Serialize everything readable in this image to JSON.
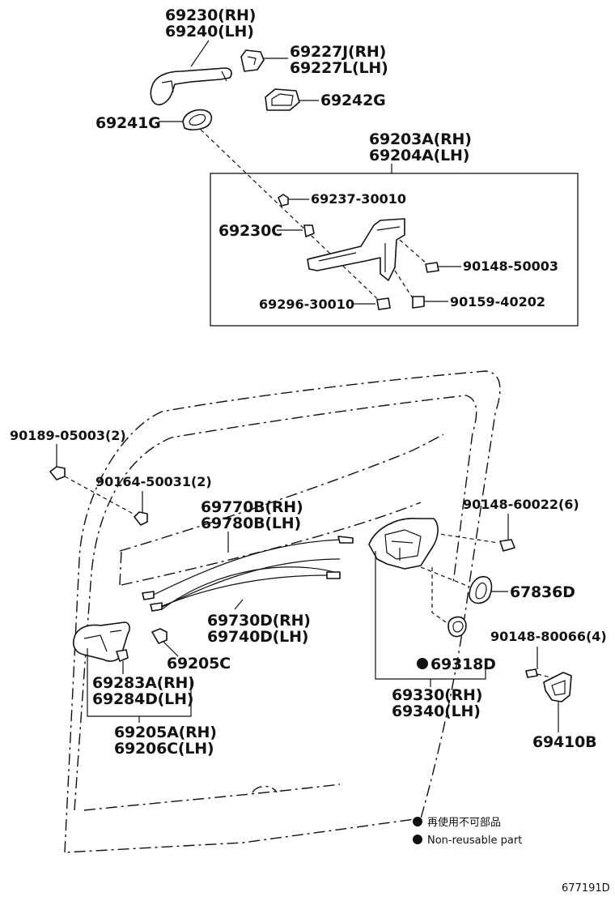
{
  "labels": {
    "outer_handle": [
      "69230(RH)",
      "69240(LH)"
    ],
    "handle_cap": [
      "69227J(RH)",
      "69227L(LH)"
    ],
    "pad_rear": "69242G",
    "pad_front": "69241G",
    "frame_assy": [
      "69203A(RH)",
      "69204A(LH)"
    ],
    "part_69237": "69237-30010",
    "part_69230c": "69230C",
    "part_90148_50003": "90148-50003",
    "part_69296": "69296-30010",
    "part_90159": "90159-40202",
    "clip_90189": "90189-05003(2)",
    "clip_90164": "90164-50031(2)",
    "cable_a": [
      "69770B(RH)",
      "69780B(LH)"
    ],
    "screw_90148_60022": "90148-60022(6)",
    "seal_67836d": "67836D",
    "cable_b": [
      "69730D(RH)",
      "69740D(LH)"
    ],
    "screw_90148_80066": "90148-80066(4)",
    "part_69205c": "69205C",
    "gasket_69318d": "69318D",
    "inner_handle_sub": [
      "69283A(RH)",
      "69284D(LH)"
    ],
    "lock_assy": [
      "69330(RH)",
      "69340(LH)"
    ],
    "striker": "69410B",
    "inner_handle_assy": [
      "69205A(RH)",
      "69206C(LH)"
    ]
  },
  "legend": {
    "japanese": "再使用不可部品",
    "english": "Non-reusable part"
  },
  "drawing_id": "677191D"
}
